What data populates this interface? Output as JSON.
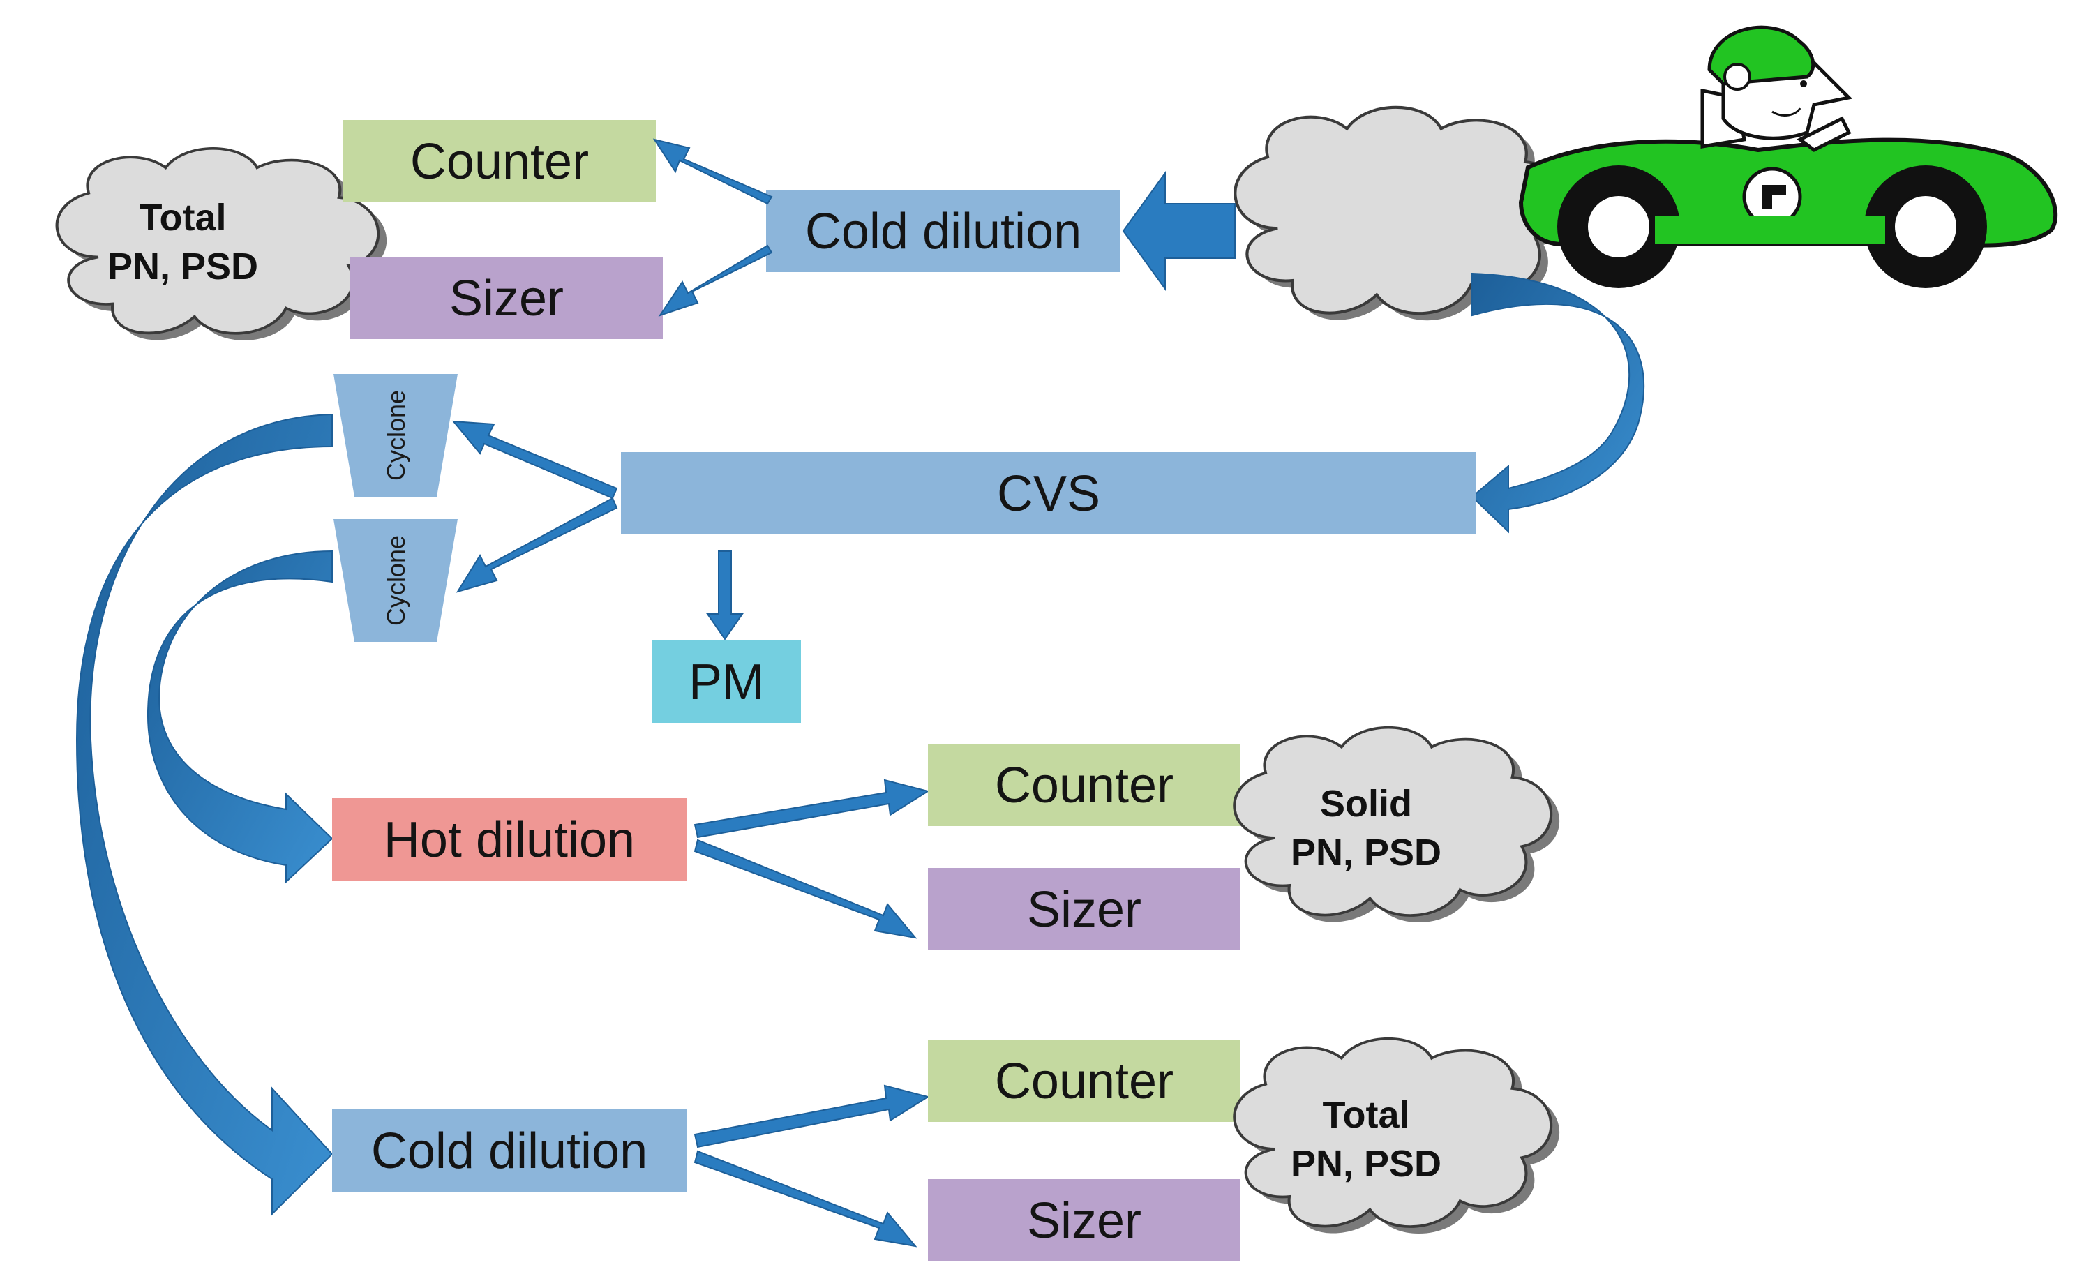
{
  "labels": {
    "counter": "Counter",
    "sizer": "Sizer",
    "cold_dilution": "Cold dilution",
    "hot_dilution": "Hot dilution",
    "cvs": "CVS",
    "pm": "PM",
    "cyclone": "Cyclone"
  },
  "clouds": {
    "top_left": {
      "line1": "Total",
      "line2": "PN, PSD"
    },
    "middle_right": {
      "line1": "Solid",
      "line2": "PN, PSD"
    },
    "bottom_right": {
      "line1": "Total",
      "line2": "PN, PSD"
    }
  },
  "colors": {
    "counter": "#c4d9a0",
    "sizer": "#b9a2cc",
    "dilution_cold": "#8cb5da",
    "dilution_hot": "#ef9794",
    "cvs": "#8cb5da",
    "pm": "#74cfe0",
    "cyclone": "#8cb5da",
    "arrow": "#2a7cc0",
    "arrow_dark": "#1d5f99",
    "cloud": "#dcdcdc",
    "car": "#22c422"
  }
}
